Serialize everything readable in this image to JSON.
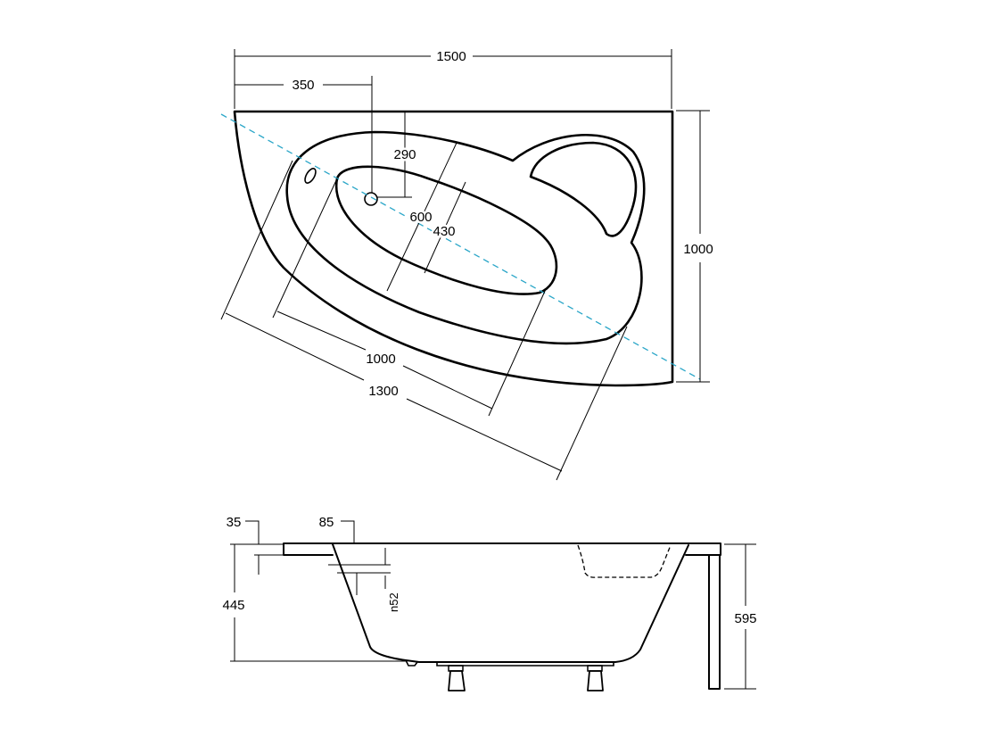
{
  "top_view": {
    "overall_width": "1500",
    "drain_offset": "350",
    "drain_depth": "290",
    "overall_depth": "1000",
    "basin_inner_width": "430",
    "basin_outer_width": "600",
    "basin_inner_length": "1000",
    "basin_outer_length": "1300"
  },
  "side_view": {
    "rim_thickness": "35",
    "rim_overhang": "85",
    "bath_depth": "445",
    "overflow_label": "n52",
    "total_height": "595"
  },
  "colors": {
    "line": "#000000",
    "axis": "#2aa6c8"
  }
}
